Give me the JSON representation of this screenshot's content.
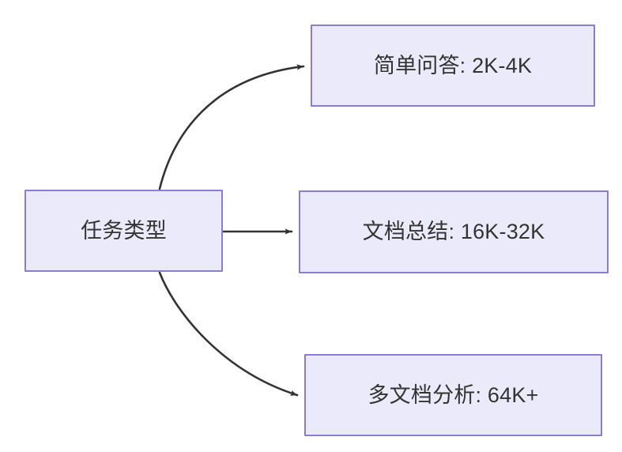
{
  "diagram": {
    "type": "flowchart",
    "direction": "left-to-right",
    "background_color": "#ffffff",
    "node_fill_color": "#ebeafa",
    "node_border_color": "#8b7bd4",
    "text_color": "#333333",
    "edge_color": "#333333",
    "nodes": [
      {
        "id": "source",
        "label": "任务类型",
        "role": "root"
      },
      {
        "id": "simple-qa",
        "label": "简单问答: 2K-4K",
        "role": "leaf"
      },
      {
        "id": "doc-summary",
        "label": "文档总结: 16K-32K",
        "role": "leaf"
      },
      {
        "id": "multi-doc",
        "label": "多文档分析: 64K+",
        "role": "leaf"
      }
    ],
    "edges": [
      {
        "id": "edge-source-simple-qa",
        "from": "源",
        "to": "简单问答: 2K-4K",
        "label": "",
        "style": "curved",
        "arrow": "arrowhead-icon"
      },
      {
        "id": "edge-source-doc-summary",
        "from": "源",
        "to": "文档总结: 16K-32K",
        "label": "",
        "style": "straight",
        "arrow": "arrowhead-icon"
      },
      {
        "id": "edge-source-multi-doc",
        "from": "源",
        "to": "多文档分析: 64K+",
        "label": "",
        "style": "curved",
        "arrow": "arrowhead-icon"
      }
    ]
  }
}
